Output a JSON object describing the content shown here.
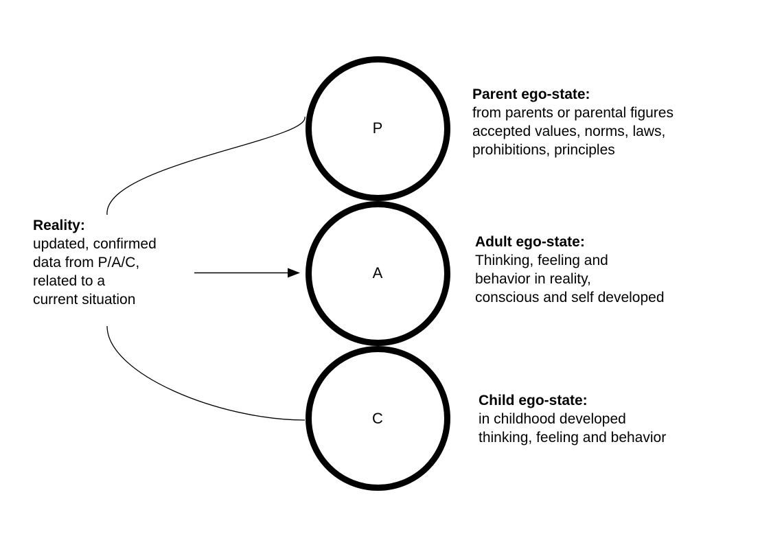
{
  "diagram": {
    "title_semantic": "Transactional Analysis ego-state model",
    "colors": {
      "background": "#ffffff",
      "ink": "#000000"
    },
    "nodes": [
      {
        "id": "parent",
        "letter": "P"
      },
      {
        "id": "adult",
        "letter": "A"
      },
      {
        "id": "child",
        "letter": "C"
      }
    ],
    "annotations": {
      "parent": {
        "heading": "Parent ego-state:",
        "lines": [
          "from parents or parental figures",
          "accepted values, norms, laws,",
          "prohibitions, principles"
        ]
      },
      "adult": {
        "heading": "Adult ego-state:",
        "lines": [
          "Thinking, feeling and",
          "behavior in reality,",
          "conscious and self developed"
        ]
      },
      "child": {
        "heading": "Child ego-state:",
        "lines": [
          "in childhood developed",
          "thinking, feeling and behavior"
        ]
      },
      "reality": {
        "heading": "Reality:",
        "lines": [
          "updated, confirmed",
          "data from P/A/C,",
          "related to a",
          "current situation"
        ]
      }
    },
    "connectors": [
      {
        "id": "reality-to-parent",
        "type": "curve"
      },
      {
        "id": "reality-to-adult",
        "type": "arrow"
      },
      {
        "id": "reality-to-child",
        "type": "curve"
      }
    ]
  }
}
